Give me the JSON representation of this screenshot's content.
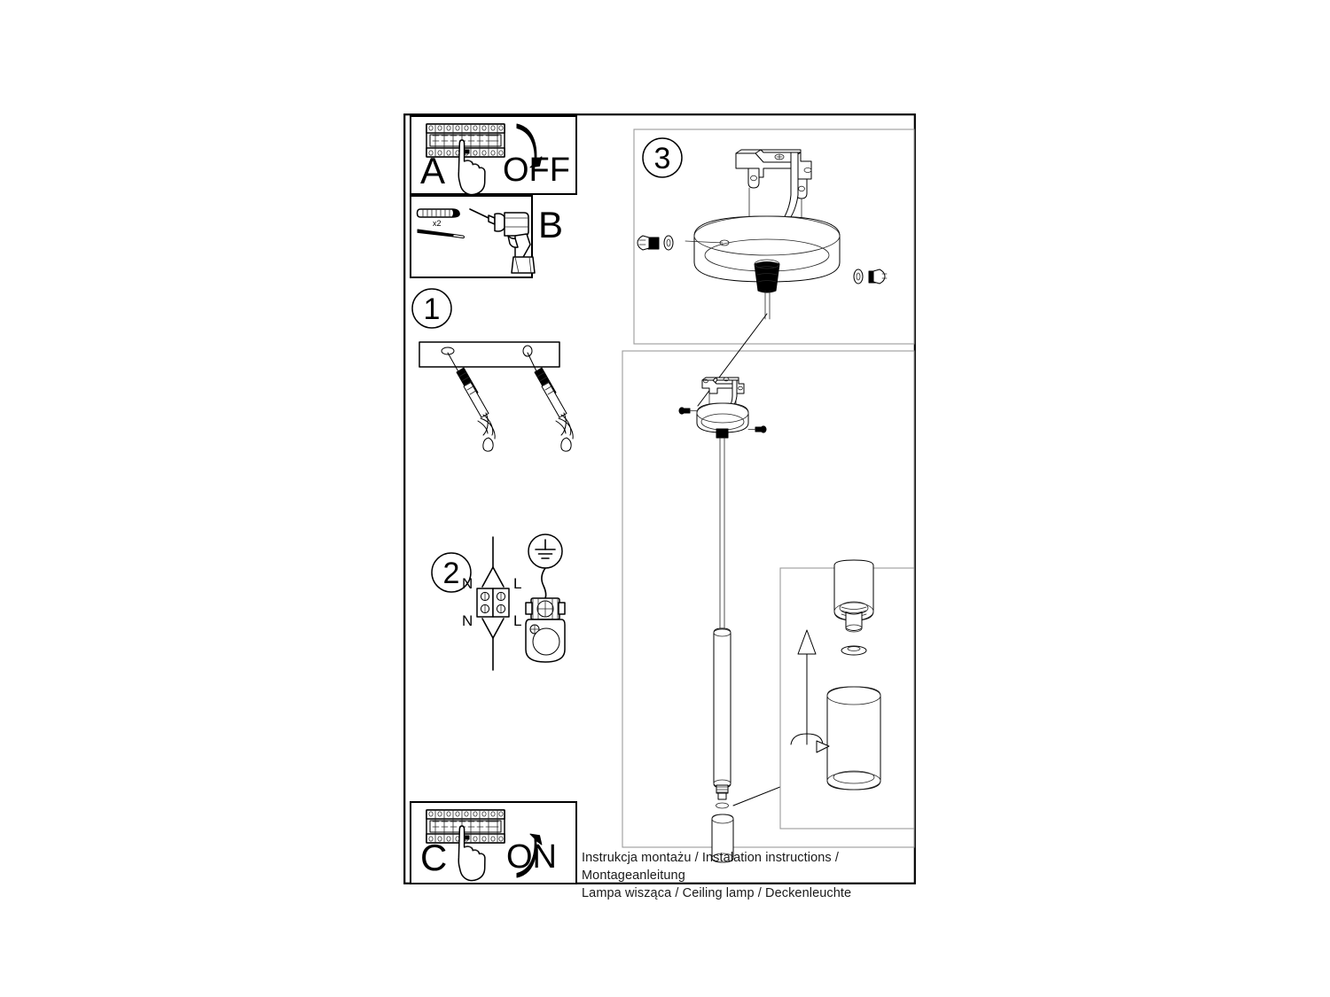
{
  "document": {
    "kind": "assembly-instruction-sheet",
    "title_line": "Instrukcja montażu / Instalation instructions / Montageanleitung",
    "product_line": "Lampa wisząca / Ceiling lamp / Deckenleuchte",
    "background_color": "#ffffff",
    "line_color": "#000000"
  },
  "panels": {
    "a": {
      "letter": "A",
      "action_label": "OFF",
      "caption_icon": "circuit-breaker-panel-icon",
      "hand_icon": "pointing-hand-icon",
      "arrow_icon": "curved-arrow-down-icon"
    },
    "b": {
      "letter": "B",
      "quantity_label": "x2",
      "anchor_icon": "wall-anchor-icon",
      "screw_icon": "screw-icon",
      "drill_icon": "power-drill-icon"
    },
    "c": {
      "letter": "C",
      "action_label": "ON",
      "caption_icon": "circuit-breaker-panel-icon",
      "hand_icon": "pointing-hand-icon",
      "arrow_icon": "curved-arrow-up-icon"
    },
    "step1": {
      "number": "1",
      "icon": "ceiling-mounting-bar-icon",
      "detail": "mounting-bar-with-two-holes-and-two-screws"
    },
    "step2": {
      "number": "2",
      "terminal_labels_top": [
        "N",
        "L"
      ],
      "terminal_labels_bottom": [
        "N",
        "L"
      ],
      "ground_symbol": "earth-ground-icon",
      "terminal_block_icon": "terminal-block-icon",
      "earth_clamp_icon": "earth-clamp-icon"
    },
    "step3": {
      "number": "3",
      "bracket_icon": "ceiling-mounting-bracket-icon",
      "canopy_icon": "ceiling-canopy-icon",
      "screw_icon": "screw-icon",
      "washer_icon": "washer-icon",
      "cable_grip_icon": "cable-grip-icon"
    },
    "main": {
      "icon": "pendant-lamp-assembly-icon",
      "parts": [
        "canopy",
        "suspension-cable",
        "lamp-tube-body",
        "shade-cylinder"
      ]
    },
    "detail": {
      "icon": "shade-attachment-detail-icon",
      "arrow_up_icon": "arrow-up-icon",
      "rotate_icon": "rotate-arrow-icon",
      "parts": [
        "threaded-socket",
        "gasket-ring",
        "shade-cylinder"
      ]
    }
  }
}
